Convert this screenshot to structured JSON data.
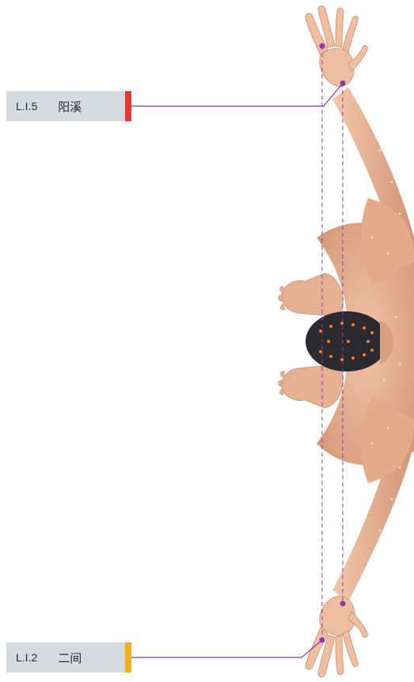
{
  "points": [
    {
      "code": "L.I.5",
      "name": "阳溪",
      "accent": "#e53935"
    },
    {
      "code": "L.I.2",
      "name": "二间",
      "accent": "#f2b01e"
    }
  ],
  "colors": {
    "leader_line": "#8e3aa6",
    "skin": "#e9b596",
    "skin_shadow": "#c98e6e",
    "hair": "#2a2a30",
    "acupoint": "#ff7a1a"
  }
}
